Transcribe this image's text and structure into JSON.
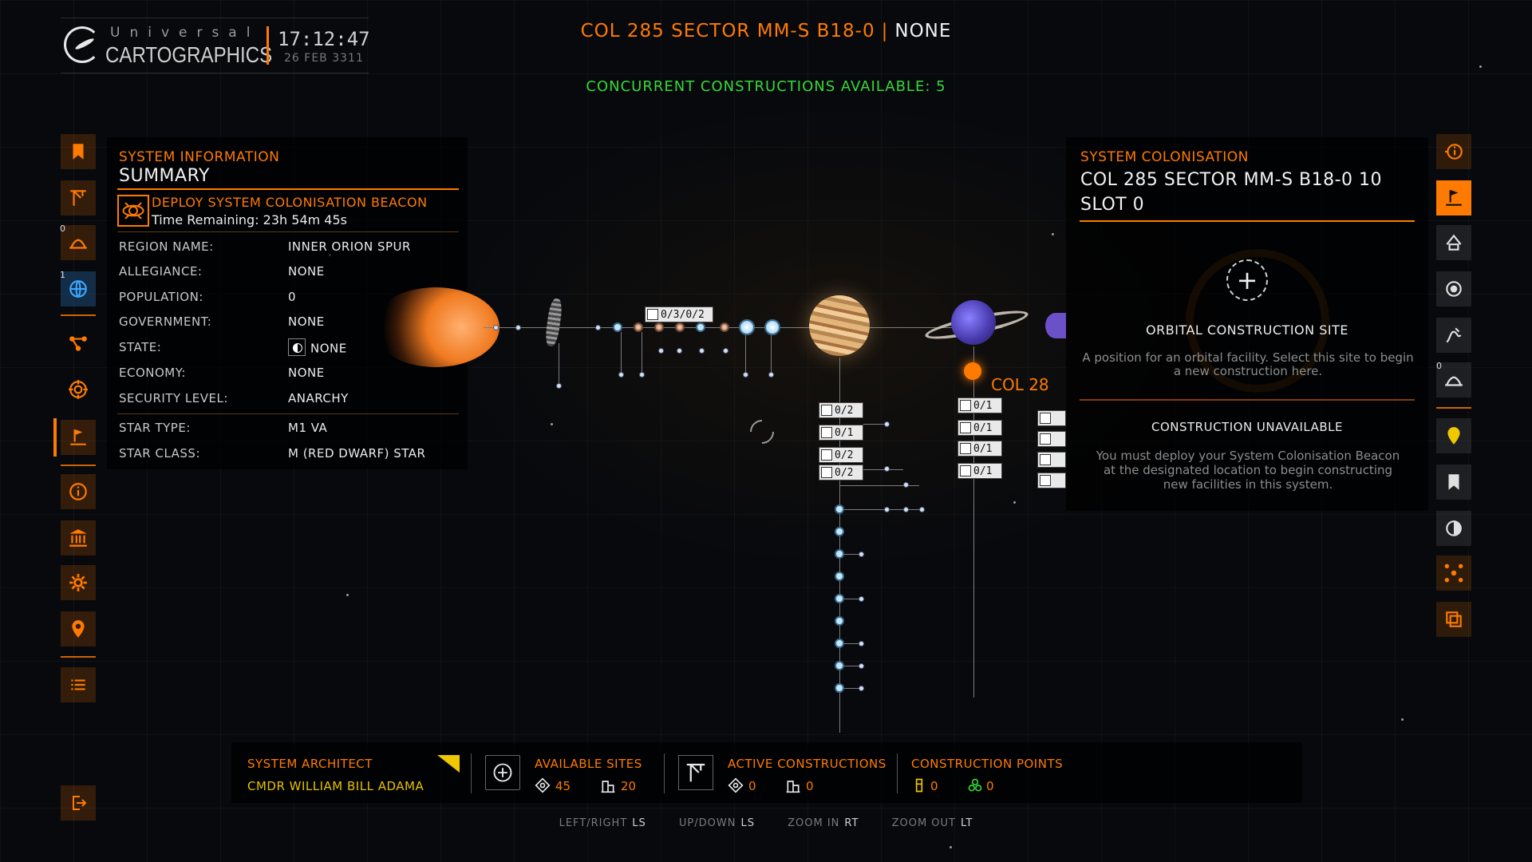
{
  "header": {
    "logo_sub": "Universal",
    "logo_main": "CARTOGRAPHICS",
    "time": "17:12:47",
    "date": "26 FEB 3311",
    "system_name": "COL 285 SECTOR MM-S B18-0",
    "system_separator": "|",
    "system_status": "NONE",
    "concurrent_constructions": "CONCURRENT CONSTRUCTIONS AVAILABLE: 5"
  },
  "left_nav": {
    "items": [
      {
        "id": "bookmark",
        "icon": "bookmark-icon"
      },
      {
        "id": "construction",
        "icon": "construction-crane-icon"
      },
      {
        "id": "surface",
        "icon": "terrain-icon",
        "count": "0"
      },
      {
        "id": "galaxy",
        "icon": "globe-icon",
        "count": "1"
      },
      {
        "id": "route",
        "icon": "route-icon"
      },
      {
        "id": "target",
        "icon": "target-icon"
      },
      {
        "id": "colonisation",
        "icon": "colonisation-flag-icon"
      },
      {
        "id": "info",
        "icon": "info-icon"
      },
      {
        "id": "faction",
        "icon": "faction-building-icon"
      },
      {
        "id": "settings",
        "icon": "gear-icon"
      },
      {
        "id": "location",
        "icon": "map-pin-icon"
      },
      {
        "id": "list",
        "icon": "list-icon"
      }
    ],
    "exit_icon": "exit-icon"
  },
  "left_panel": {
    "kicker": "SYSTEM INFORMATION",
    "heading": "SUMMARY",
    "beacon_title": "DEPLOY SYSTEM COLONISATION BEACON",
    "beacon_time": "Time Remaining: 23h 54m 45s",
    "rows_group1": [
      {
        "key": "REGION NAME:",
        "value": "INNER ORION SPUR"
      },
      {
        "key": "ALLEGIANCE:",
        "value": "NONE"
      },
      {
        "key": "POPULATION:",
        "value": "0"
      },
      {
        "key": "GOVERNMENT:",
        "value": "NONE"
      },
      {
        "key": "STATE:",
        "value": "NONE"
      },
      {
        "key": "ECONOMY:",
        "value": "NONE"
      },
      {
        "key": "SECURITY LEVEL:",
        "value": "ANARCHY"
      }
    ],
    "rows_group2": [
      {
        "key": "STAR TYPE:",
        "value": "M1 VA"
      },
      {
        "key": "STAR CLASS:",
        "value": "M (RED DWARF) STAR"
      }
    ]
  },
  "right_panel": {
    "kicker": "SYSTEM COLONISATION",
    "heading": "COL 285 SECTOR MM-S B18-0 10 SLOT 0",
    "add_symbol": "+",
    "site_title": "ORBITAL CONSTRUCTION SITE",
    "site_desc": "A position for an orbital facility. Select this site to begin a new construction here.",
    "unavailable_title": "CONSTRUCTION UNAVAILABLE",
    "unavailable_desc": "You must deploy your System Colonisation Beacon at the designated location to begin constructing new facilities in this system."
  },
  "right_nav": {
    "items": [
      {
        "id": "info",
        "icon": "info-icon"
      },
      {
        "id": "colonisation",
        "icon": "colonisation-flag-icon",
        "active": true
      },
      {
        "id": "scan",
        "icon": "scan-icon"
      },
      {
        "id": "target",
        "icon": "target-icon"
      },
      {
        "id": "route",
        "icon": "route-icon"
      },
      {
        "id": "surface",
        "icon": "terrain-icon",
        "count": "0"
      },
      {
        "id": "location",
        "icon": "map-pin-icon"
      },
      {
        "id": "bookmark",
        "icon": "bookmark-icon"
      },
      {
        "id": "moon",
        "icon": "moon-icon"
      },
      {
        "id": "network",
        "icon": "network-icon"
      },
      {
        "id": "copy",
        "icon": "copy-icon"
      }
    ]
  },
  "orrery": {
    "slot_labels": [
      "0/3",
      "0/2",
      "0/2",
      "0/1",
      "0/2",
      "0/2",
      "0/1",
      "0/1",
      "0/1",
      "0/1"
    ],
    "selected_label": "COL 28"
  },
  "bottom_bar": {
    "architect_label": "SYSTEM ARCHITECT",
    "architect_name": "CMDR WILLIAM BILL ADAMA",
    "available_sites_label": "AVAILABLE SITES",
    "available_orbital": "45",
    "available_surface": "20",
    "active_label": "ACTIVE CONSTRUCTIONS",
    "active_orbital": "0",
    "active_surface": "0",
    "points_label": "CONSTRUCTION POINTS",
    "points_tier2": "0",
    "points_tier3": "0"
  },
  "controls": [
    {
      "label": "LEFT/RIGHT",
      "button": "LS"
    },
    {
      "label": "UP/DOWN",
      "button": "LS"
    },
    {
      "label": "ZOOM IN",
      "button": "RT"
    },
    {
      "label": "ZOOM OUT",
      "button": "LT"
    }
  ],
  "colors": {
    "accent": "#ff7a00",
    "positive": "#38d838",
    "architect": "#e8c000",
    "text": "#ececec"
  }
}
